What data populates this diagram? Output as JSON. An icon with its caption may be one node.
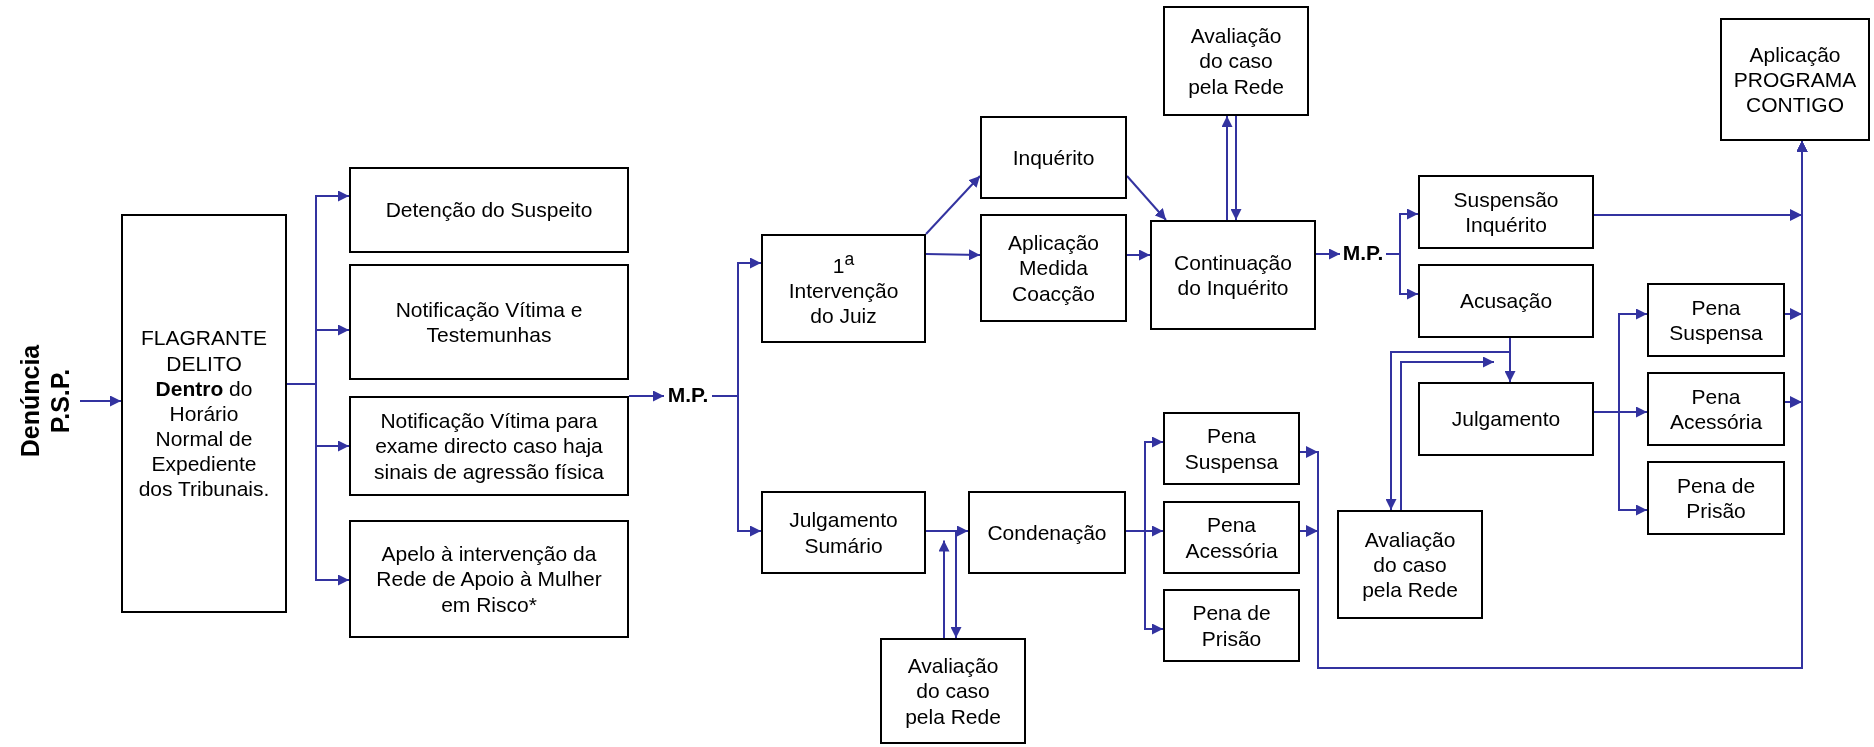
{
  "diagram": {
    "nodes": [
      {
        "text": [
          "Denúncia P.S.P."
        ]
      },
      {
        "text": [
          "FLAGRANTE DELITO **Dentro** do Horário Normal de Expediente dos Tribunais."
        ]
      },
      {
        "text": [
          "Detenção do Suspeito"
        ]
      },
      {
        "text": [
          "Notificação Vítima e Testemunhas"
        ]
      },
      {
        "text": [
          "Notificação Vítima para exame directo caso haja sinais de agressão física"
        ]
      },
      {
        "text": [
          "Apelo à intervenção da Rede de Apoio à Mulher em Risco*"
        ]
      },
      {
        "text": [
          "M.P."
        ]
      },
      {
        "text": [
          "1$^{a}$ Intervenção do Juiz"
        ]
      },
      {
        "text": [
          "Inquérito"
        ]
      },
      {
        "text": [
          "Aplicação Medida Coacção"
        ]
      },
      {
        "text": [
          "Avaliação do caso pela Rede"
        ]
      },
      {
        "text": [
          "Continuação do Inquérito"
        ]
      },
      {
        "text": [
          "M.P."
        ]
      },
      {
        "text": [
          "Suspensão Inquérito"
        ]
      },
      {
        "text": [
          "Acusação"
        ]
      },
      {
        "text": [
          "Julgamento"
        ]
      },
      {
        "text": [
          "Aplicação PROGRAMA CONTIGO"
        ]
      },
      {
        "text": [
          "Julgamento Sumário"
        ]
      },
      {
        "text": [
          "Condenação"
        ]
      },
      {
        "text": [
          "Avaliação do caso pela Rede"
        ]
      },
      {
        "text": [
          "Pena Suspensa"
        ]
      },
      {
        "text": [
          "Pena Acessória"
        ]
      },
      {
        "text": [
          "Pena de Prisão"
        ]
      },
      {
        "text": [
          "Avaliação do caso pela Rede"
        ]
      },
      {
        "text": [
          "Pena Suspensa"
        ]
      },
      {
        "text": [
          "Pena Acessória"
        ]
      },
      {
        "text": [
          "Pena de Prisão"
        ]
      }
    ],
    "edges": [
      {
        "from": 0,
        "to": 1,
        "arrow": "to"
      },
      {
        "from": 1,
        "to": 2,
        "arrow": "to"
      },
      {
        "from": 1,
        "to": 3,
        "arrow": "to"
      },
      {
        "from": 1,
        "to": 4,
        "arrow": "to"
      },
      {
        "from": 1,
        "to": 5,
        "arrow": "to"
      },
      {
        "from": 4,
        "to": 6,
        "arrow": "to"
      },
      {
        "from": 6,
        "to": 7,
        "arrow": "to"
      },
      {
        "from": 6,
        "to": 17,
        "arrow": "to"
      },
      {
        "from": 7,
        "to": 8,
        "arrow": "to"
      },
      {
        "from": 7,
        "to": 9,
        "arrow": "to"
      },
      {
        "from": 8,
        "to": 11,
        "arrow": "to"
      },
      {
        "from": 9,
        "to": 11,
        "arrow": "to"
      },
      {
        "from": 11,
        "to": 10,
        "arrow": "to"
      },
      {
        "from": 10,
        "to": 11,
        "arrow": "to"
      },
      {
        "from": 11,
        "to": 12,
        "arrow": "to"
      },
      {
        "from": 12,
        "to": 13,
        "arrow": "to"
      },
      {
        "from": 12,
        "to": 14,
        "arrow": "to"
      },
      {
        "from": 13,
        "to": 16,
        "arrow": "to"
      },
      {
        "from": 14,
        "to": 15,
        "arrow": "to"
      },
      {
        "from": 14,
        "to": 23,
        "arrow": "to"
      },
      {
        "from": 23,
        "to": 14,
        "arrow": "to"
      },
      {
        "from": 15,
        "to": 24,
        "arrow": "to"
      },
      {
        "from": 15,
        "to": 25,
        "arrow": "to"
      },
      {
        "from": 15,
        "to": 26,
        "arrow": "to"
      },
      {
        "from": 24,
        "to": 16,
        "arrow": "to"
      },
      {
        "from": 25,
        "to": 16,
        "arrow": "to"
      },
      {
        "from": 17,
        "to": 18,
        "arrow": "to"
      },
      {
        "from": 17,
        "to": 19,
        "arrow": "to"
      },
      {
        "from": 19,
        "to": 18,
        "arrow": "to"
      },
      {
        "from": 18,
        "to": 20,
        "arrow": "to"
      },
      {
        "from": 18,
        "to": 21,
        "arrow": "to"
      },
      {
        "from": 18,
        "to": 22,
        "arrow": "to"
      },
      {
        "from": 20,
        "to": 16,
        "arrow": "to"
      },
      {
        "from": 21,
        "to": 16,
        "arrow": "to"
      }
    ]
  }
}
